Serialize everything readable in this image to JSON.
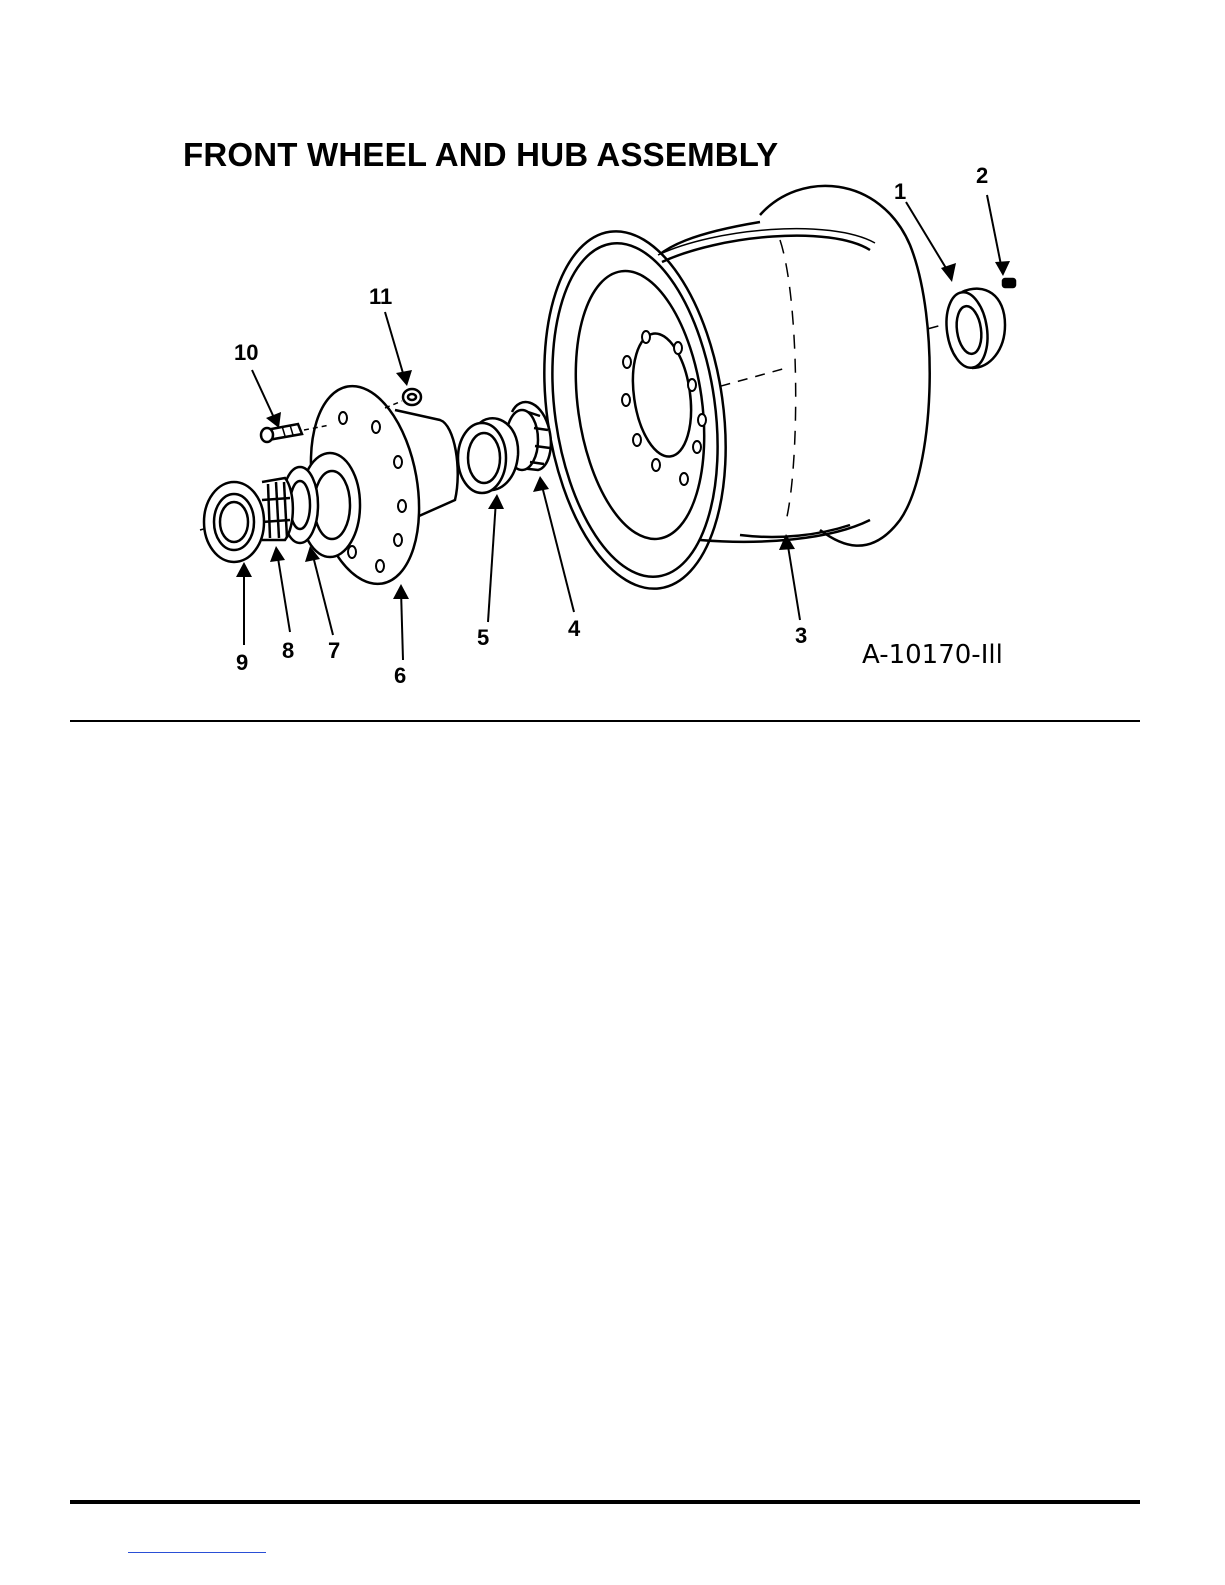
{
  "figure": {
    "title": "FRONT WHEEL AND HUB ASSEMBLY",
    "figure_id": "A-10170-Ill"
  },
  "callouts": [
    "1",
    "2",
    "3",
    "4",
    "5",
    "6",
    "7",
    "8",
    "9",
    "10",
    "11"
  ]
}
